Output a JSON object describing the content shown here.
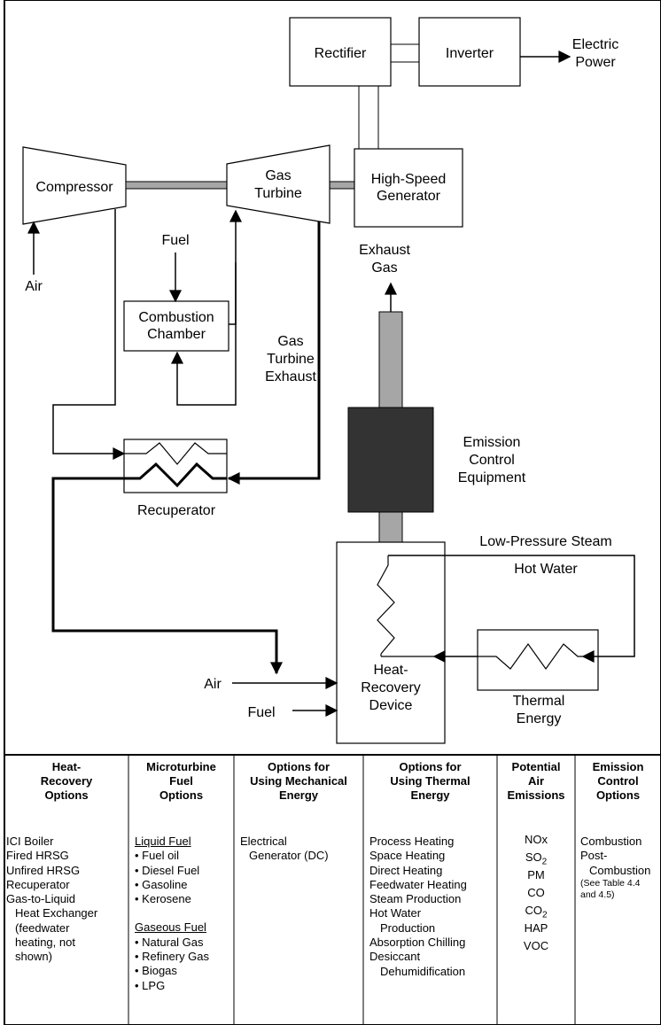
{
  "diagram": {
    "rectifier": "Rectifier",
    "inverter": "Inverter",
    "electric_power": [
      "Electric",
      "Power"
    ],
    "compressor": "Compressor",
    "gas_turbine": [
      "Gas",
      "Turbine"
    ],
    "generator": [
      "High-Speed",
      "Generator"
    ],
    "air_inlet": "Air",
    "fuel_top": "Fuel",
    "combustion_chamber": [
      "Combustion",
      "Chamber"
    ],
    "exhaust_gas": [
      "Exhaust",
      "Gas"
    ],
    "gas_turbine_exhaust": [
      "Gas",
      "Turbine",
      "Exhaust"
    ],
    "emission_control": [
      "Emission",
      "Control",
      "Equipment"
    ],
    "recuperator": "Recuperator",
    "low_pressure_steam": "Low-Pressure Steam",
    "hot_water": "Hot Water",
    "thermal_energy": [
      "Thermal",
      "Energy"
    ],
    "air_bottom": "Air",
    "fuel_bottom": "Fuel",
    "heat_recovery_device": [
      "Heat-",
      "Recovery",
      "Device"
    ]
  },
  "table": {
    "headers": [
      [
        "Heat-",
        "Recovery",
        "Options"
      ],
      [
        "Microturbine",
        "Fuel",
        "Options"
      ],
      [
        "Options for",
        "Using Mechanical",
        "Energy"
      ],
      [
        "Options for",
        "Using Thermal",
        "Energy"
      ],
      [
        "Potential",
        "Air",
        "Emissions"
      ],
      [
        "Emission",
        "Control",
        "Options"
      ]
    ],
    "heat_recovery": [
      "ICI Boiler",
      "Fired HRSG",
      "Unfired HRSG",
      "Recuperator",
      "Gas-to-Liquid",
      "Heat Exchanger",
      "(feedwater",
      "heating, not",
      "shown)"
    ],
    "fuel": {
      "liquid_title": "Liquid Fuel",
      "liquid": [
        "• Fuel oil",
        "• Diesel Fuel",
        "• Gasoline",
        "• Kerosene"
      ],
      "gaseous_title": "Gaseous Fuel",
      "gaseous": [
        "• Natural Gas",
        "• Refinery Gas",
        "• Biogas",
        "• LPG"
      ]
    },
    "mechanical": [
      "Electrical",
      "Generator (DC)"
    ],
    "thermal": [
      "Process Heating",
      "Space Heating",
      "Direct Heating",
      "Feedwater Heating",
      "Steam Production",
      "Hot Water",
      "Production",
      "Absorption Chilling",
      "Desiccant",
      "Dehumidification"
    ],
    "emissions": {
      "nox": "NOx",
      "so2_base": "SO",
      "so2_sub": "2",
      "pm": "PM",
      "co": "CO",
      "co2_base": "CO",
      "co2_sub": "2",
      "hap": "HAP",
      "voc": "VOC"
    },
    "control": [
      "Combustion",
      "Post-",
      "Combustion",
      "(See Table 4.4",
      "and 4.5)"
    ]
  },
  "colors": {
    "shaft": "#a6a6a6",
    "stack": "#a6a6a6",
    "emission_box": "#333333",
    "line": "#000000"
  }
}
